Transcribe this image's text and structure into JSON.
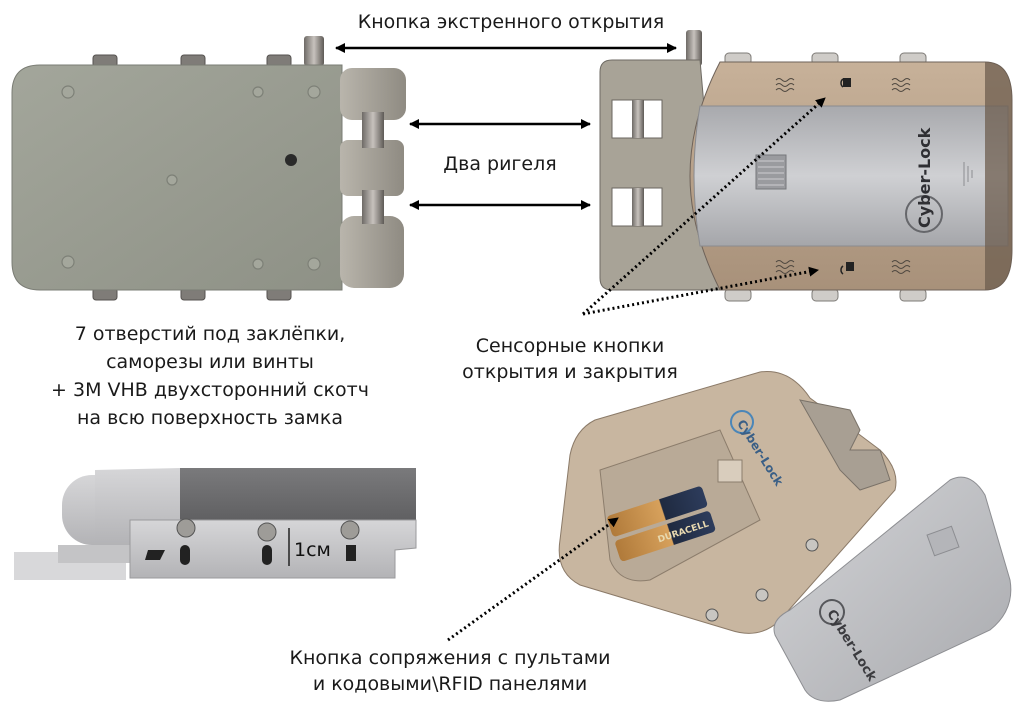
{
  "labels": {
    "emergency_button": "Кнопка экстренного открытия",
    "two_bolts": "Два ригеля",
    "mounting": [
      "7 отверстий под заклёпки,",
      "саморезы или винты",
      "+ 3M VHB двухсторонний скотч",
      "на всю поверхность замка"
    ],
    "touch_buttons": [
      "Сенсорные кнопки",
      "открытия и закрытия"
    ],
    "pairing_button": [
      "Кнопка сопряжения с пультами",
      "и кодовыми\\RFID панелями"
    ],
    "dimension": "1см"
  },
  "brand": {
    "logo_text": "Cyber-Lock",
    "battery_text": "DURACELL"
  },
  "colors": {
    "back_plate": "#9a9d92",
    "back_plate_dark": "#868980",
    "cover_silver": "#b8b9bd",
    "cover_bronze": "#b69f86",
    "bolt_housing": "#a9a49a",
    "arrow": "#000000",
    "side_dark": "#6f6f71",
    "side_light": "#c9c9cb"
  }
}
